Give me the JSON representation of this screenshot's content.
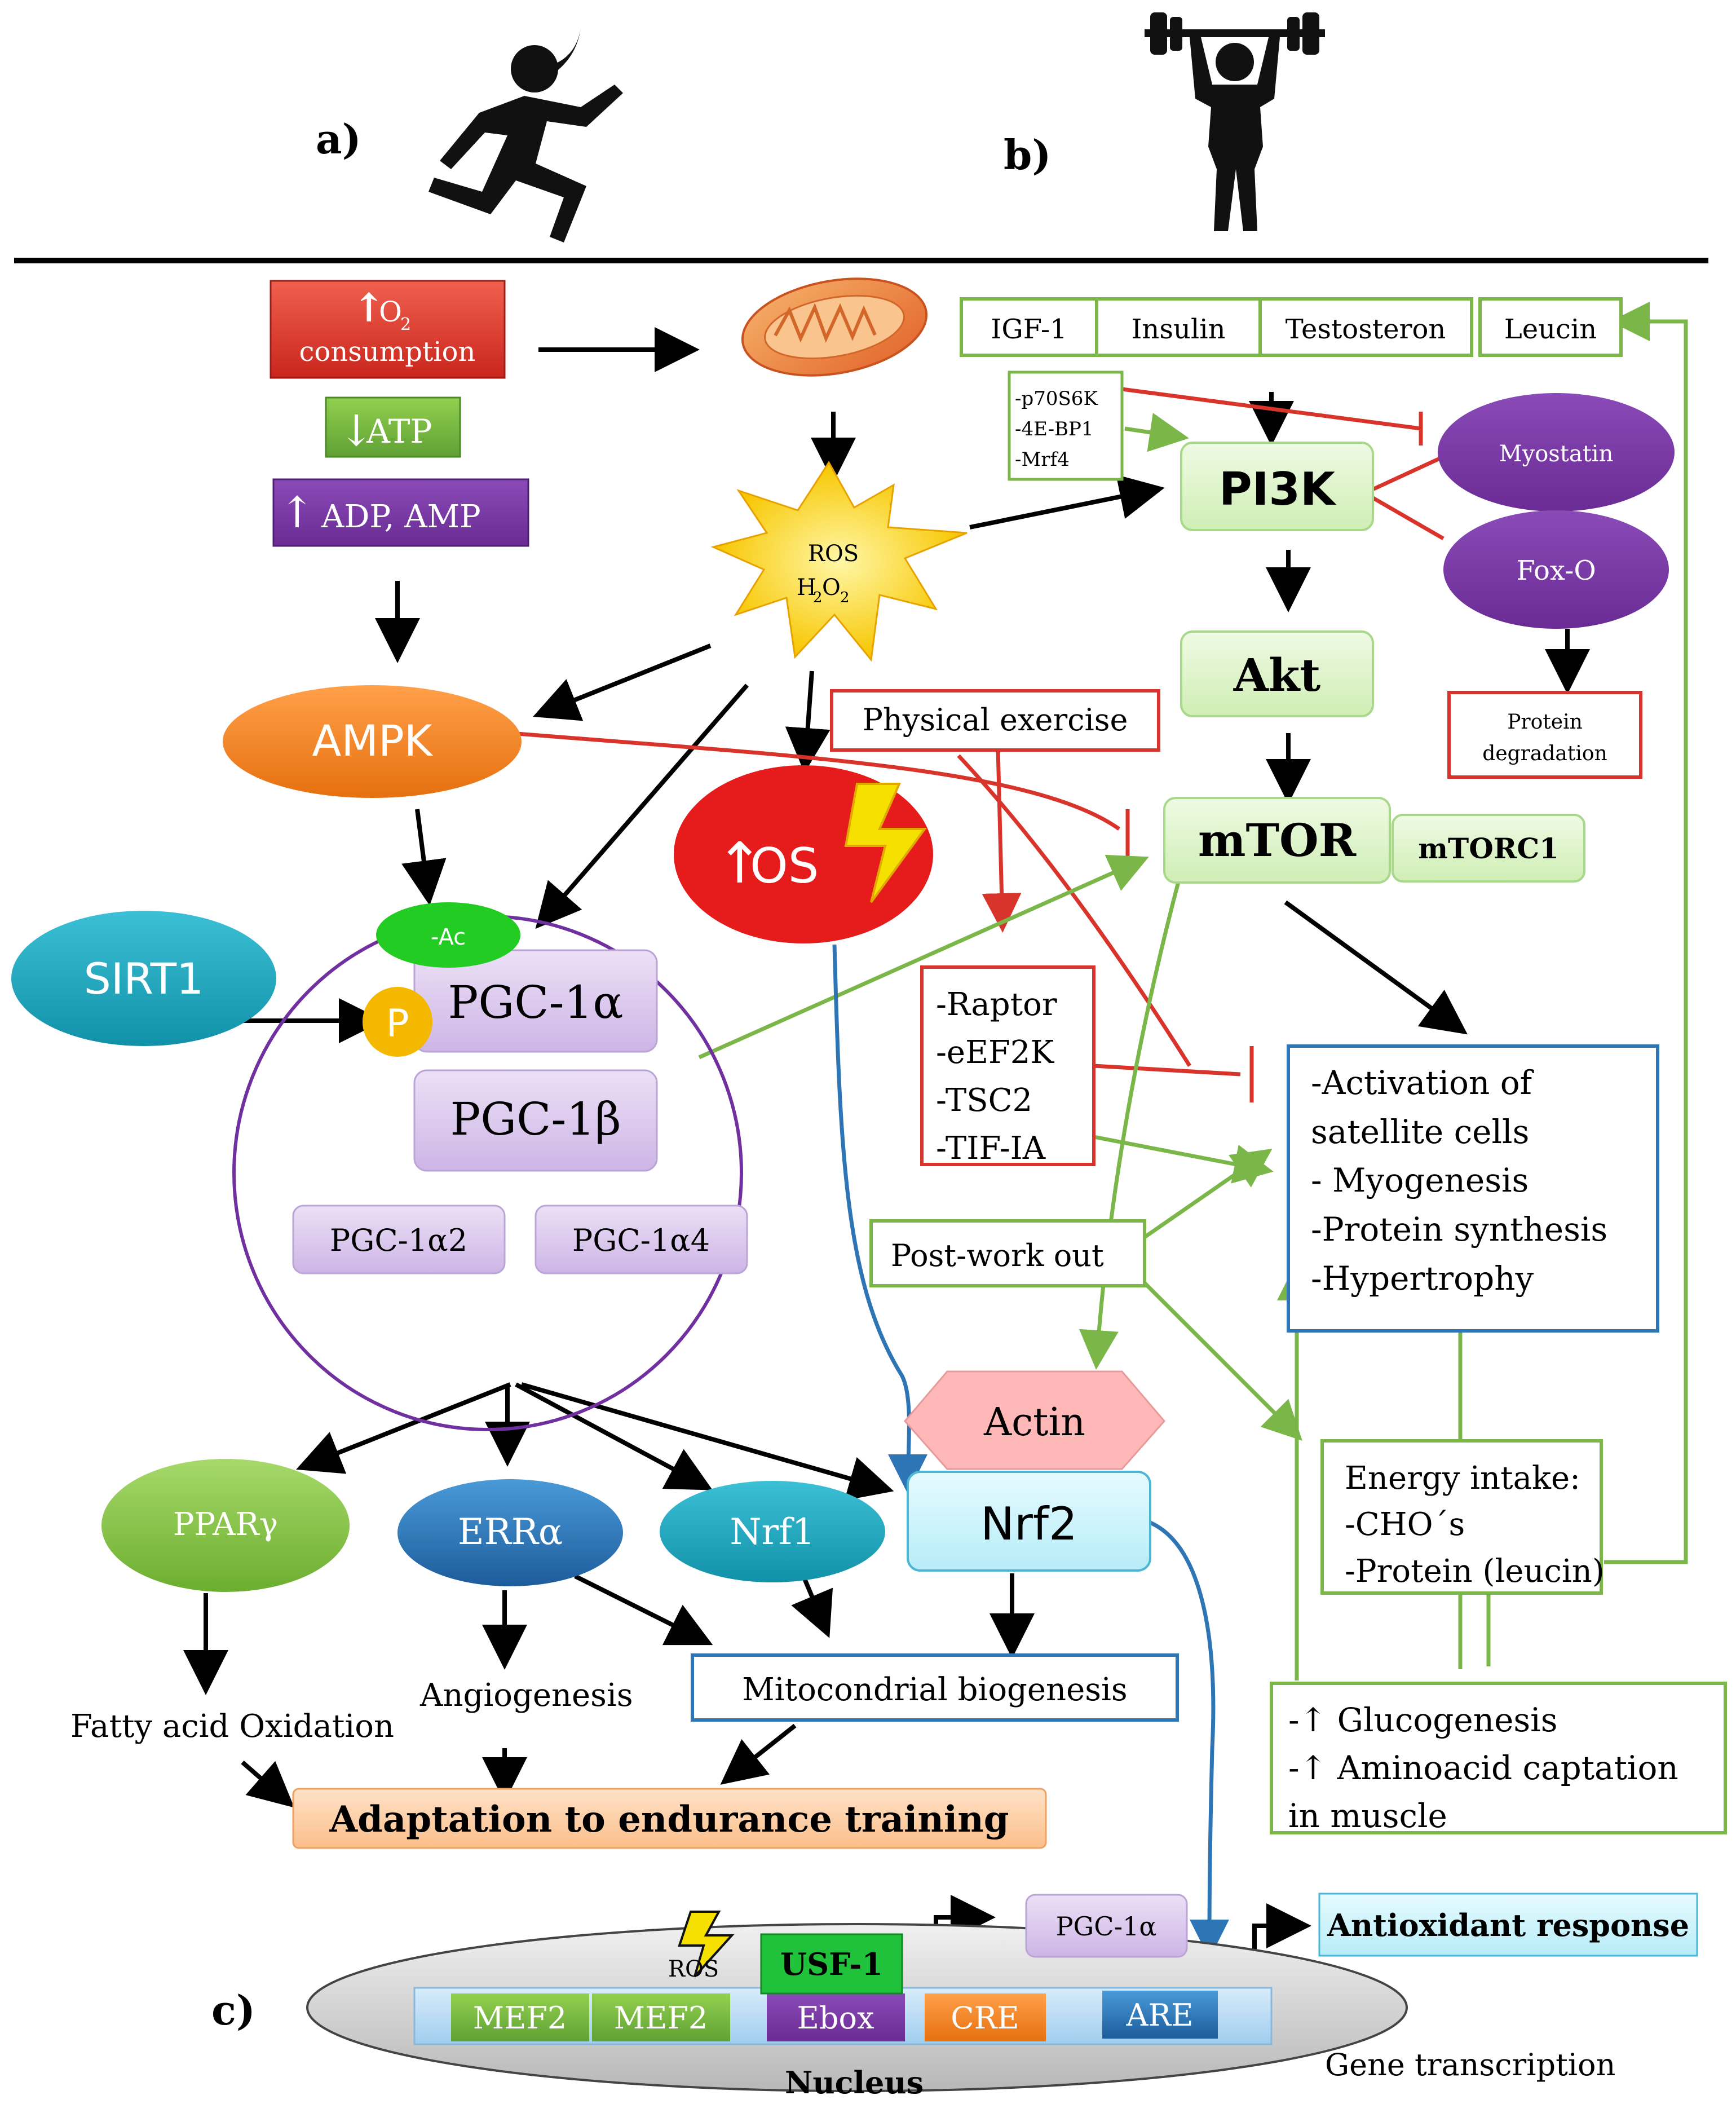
{
  "panels": {
    "a": "a)",
    "b": "b)",
    "c": "c)"
  },
  "endurance": {
    "o2_line1": "O",
    "o2_sub": "2",
    "o2_line2": "consumption",
    "atp": "ATP",
    "adp_amp": "ADP, AMP",
    "ros_line1": "ROS",
    "ros_h": "H",
    "ros_2a": "2",
    "ros_o": "O",
    "ros_2b": "2",
    "ampk": "AMPK",
    "os": "OS",
    "sirt1": "SIRT1",
    "ac": "-Ac",
    "p": "P",
    "pgc1a": "PGC-1α",
    "pgc1b": "PGC-1β",
    "pgc1a2": "PGC-1α2",
    "pgc1a4": "PGC-1α4",
    "ppar": "PPARγ",
    "erra": "ERRα",
    "nrf1": "Nrf1",
    "nrf2": "Nrf2",
    "actin": "Actin",
    "fatty": "Fatty acid Oxidation",
    "angio": "Angiogenesis",
    "mito": "Mitocondrial biogenesis",
    "adapt": "Adaptation to endurance training"
  },
  "resistance": {
    "igf1": "IGF-1",
    "insulin": "Insulin",
    "testosteron": "Testosteron",
    "leucin": "Leucin",
    "p70_1": "-p70S6K",
    "p70_2": "-4E-BP1",
    "p70_3": "-Mrf4",
    "pi3k": "PI3K",
    "akt": "Akt",
    "mtor": "mTOR",
    "mtorc1": "mTORC1",
    "myostatin": "Myostatin",
    "foxo": "Fox-O",
    "protdeg1": "Protein",
    "protdeg2": "degradation",
    "physex": "Physical exercise",
    "raptor": [
      "-Raptor",
      "-eEF2K",
      "-TSC2",
      "-TIF-IA"
    ],
    "postwork": "Post-work out",
    "activation": [
      "-Activation of",
      "satellite  cells",
      "- Myogenesis",
      " -Protein synthesis",
      " -Hypertrophy"
    ],
    "energy": [
      "Energy intake:",
      "-CHO´s",
      "-Protein (leucin)"
    ],
    "gluco": [
      "-↑ Glucogenesis",
      "-↑ Aminoacid captation",
      "  in muscle"
    ]
  },
  "nucleus": {
    "ros": "ROS",
    "usf1": "USF-1",
    "pgc1a": "PGC-1α",
    "antiox": "Antioxidant response",
    "mef2a": "MEF2",
    "mef2b": "MEF2",
    "ebox": "Ebox",
    "cre": "CRE",
    "are": "ARE",
    "nucleus": "Nucleus",
    "genetx": "Gene transcription"
  },
  "colors": {
    "red": "#d8342b",
    "green": "#7ab648",
    "purple": "#7030a0",
    "blue": "#2e75b6",
    "orange": "#f07d1a",
    "teal": "#17a2b8"
  }
}
